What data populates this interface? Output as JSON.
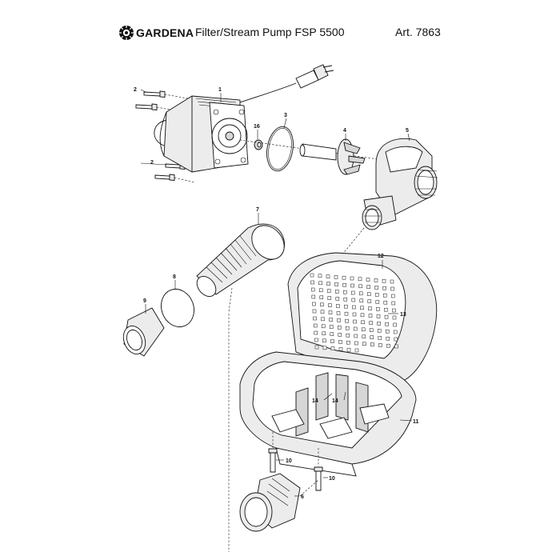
{
  "header": {
    "brand": "GARDENA",
    "title": "Filter/Stream Pump FSP 5500",
    "article": "Art. 7863"
  },
  "icons": {
    "brand_logo": "gardena-logo-icon"
  },
  "parts": {
    "p1": "1",
    "p2a": "2",
    "p2b": "2",
    "p3": "3",
    "p4": "4",
    "p5": "5",
    "p6": "6",
    "p7": "7",
    "p8": "8",
    "p9": "9",
    "p10a": "10",
    "p10b": "10",
    "p11": "11",
    "p12": "12",
    "p13": "13",
    "p14a": "14",
    "p14b": "14",
    "p16": "16"
  }
}
